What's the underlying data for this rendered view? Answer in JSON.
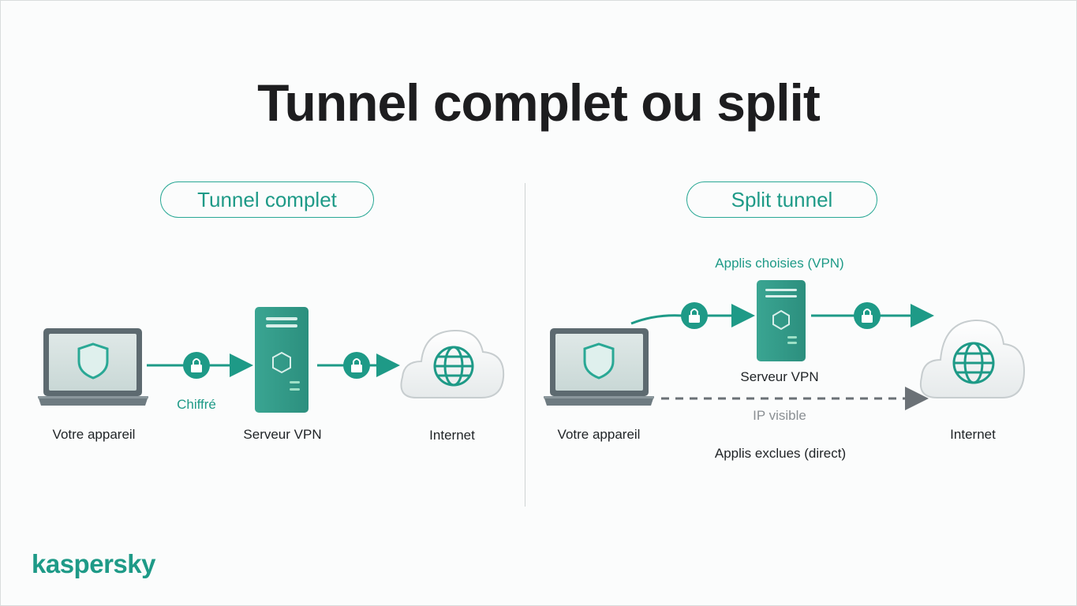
{
  "title": "Tunnel complet ou split",
  "left": {
    "heading": "Tunnel complet",
    "device_label": "Votre appareil",
    "encrypted_label": "Chiffré",
    "server_label": "Serveur VPN",
    "internet_label": "Internet"
  },
  "right": {
    "heading": "Split tunnel",
    "vpn_apps_label": "Applis choisies (VPN)",
    "device_label": "Votre appareil",
    "server_label": "Serveur VPN",
    "ip_label": "IP visible",
    "excluded_label": "Applis exclues (direct)",
    "internet_label": "Internet"
  },
  "brand": "kaspersky",
  "colors": {
    "accent": "#1e9a87",
    "accent_dark": "#177f70",
    "server": "#3aa592",
    "laptop_frame": "#5d6a70",
    "dashed_arrow": "#6b7176"
  },
  "icons": [
    "shield-icon",
    "lock-icon",
    "server-icon",
    "cloud-icon",
    "globe-icon",
    "laptop-icon"
  ]
}
